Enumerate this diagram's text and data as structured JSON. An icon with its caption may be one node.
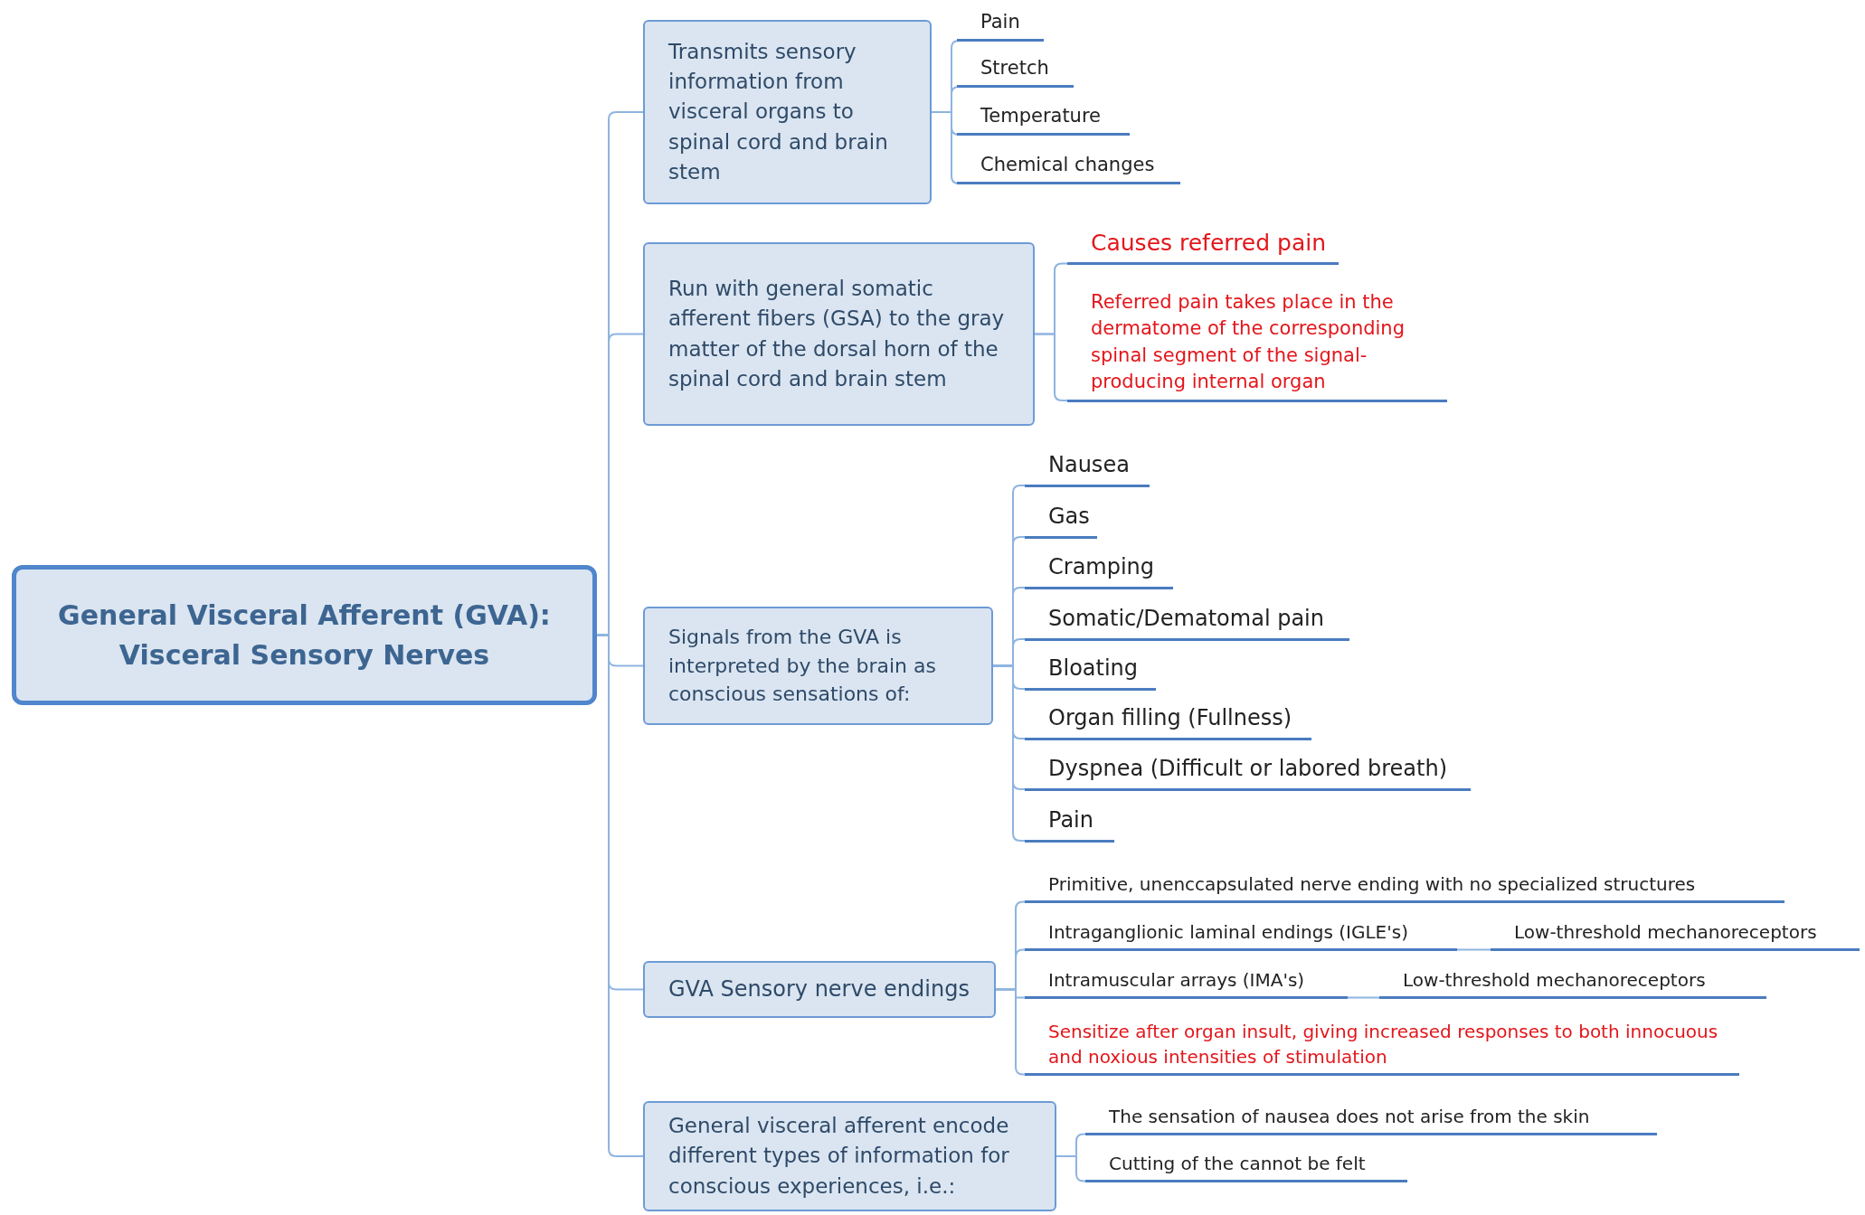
{
  "diagram": {
    "nodes": [
      {
        "text": [
          "General Visceral Afferent (GVA): Visceral Sensory Nerves"
        ]
      },
      {
        "text": [
          "Transmits sensory information from visceral organs to spinal cord and brain stem"
        ]
      },
      {
        "text": [
          "Pain"
        ]
      },
      {
        "text": [
          "Stretch"
        ]
      },
      {
        "text": [
          "Temperature"
        ]
      },
      {
        "text": [
          "Chemical changes"
        ]
      },
      {
        "text": [
          "Run with general somatic afferent fibers (GSA) to the gray matter of the dorsal horn of the spinal cord and brain stem"
        ]
      },
      {
        "text": [
          "Causes referred pain"
        ]
      },
      {
        "text": [
          "Referred pain takes place in the dermatome of the corresponding spinal segment of the signal-producing internal organ"
        ]
      },
      {
        "text": [
          "Signals from the GVA is interpreted by the brain as conscious sensations of:"
        ]
      },
      {
        "text": [
          "Nausea"
        ]
      },
      {
        "text": [
          "Gas"
        ]
      },
      {
        "text": [
          "Cramping"
        ]
      },
      {
        "text": [
          "Somatic/Dematomal pain"
        ]
      },
      {
        "text": [
          "Bloating"
        ]
      },
      {
        "text": [
          "Organ filling (Fullness)"
        ]
      },
      {
        "text": [
          "Dyspnea (Difficult or labored breath)"
        ]
      },
      {
        "text": [
          "Pain"
        ]
      },
      {
        "text": [
          "GVA Sensory nerve endings"
        ]
      },
      {
        "text": [
          "Primitive, unenccapsulated nerve ending with no specialized structures"
        ]
      },
      {
        "text": [
          "Intraganglionic laminal endings (IGLE's)"
        ]
      },
      {
        "text": [
          "Low-threshold mechanoreceptors"
        ]
      },
      {
        "text": [
          "Intramuscular arrays (IMA's)"
        ]
      },
      {
        "text": [
          "Low-threshold mechanoreceptors"
        ]
      },
      {
        "text": [
          "Sensitize after organ insult, giving increased responses to both innocuous and noxious intensities of stimulation"
        ]
      },
      {
        "text": [
          "General visceral afferent encode different types of information for conscious experiences, i.e.:"
        ]
      },
      {
        "text": [
          "The sensation of nausea does not arise from the skin"
        ]
      },
      {
        "text": [
          "Cutting of the cannot be felt"
        ]
      }
    ],
    "edges": [
      {
        "from": 0,
        "to": 1,
        "arrow": "none"
      },
      {
        "from": 0,
        "to": 6,
        "arrow": "none"
      },
      {
        "from": 0,
        "to": 9,
        "arrow": "none"
      },
      {
        "from": 0,
        "to": 18,
        "arrow": "none"
      },
      {
        "from": 0,
        "to": 25,
        "arrow": "none"
      },
      {
        "from": 1,
        "to": 2,
        "arrow": "none"
      },
      {
        "from": 1,
        "to": 3,
        "arrow": "none"
      },
      {
        "from": 1,
        "to": 4,
        "arrow": "none"
      },
      {
        "from": 1,
        "to": 5,
        "arrow": "none"
      },
      {
        "from": 6,
        "to": 7,
        "arrow": "none"
      },
      {
        "from": 6,
        "to": 8,
        "arrow": "none"
      },
      {
        "from": 9,
        "to": 10,
        "arrow": "none"
      },
      {
        "from": 9,
        "to": 11,
        "arrow": "none"
      },
      {
        "from": 9,
        "to": 12,
        "arrow": "none"
      },
      {
        "from": 9,
        "to": 13,
        "arrow": "none"
      },
      {
        "from": 9,
        "to": 14,
        "arrow": "none"
      },
      {
        "from": 9,
        "to": 15,
        "arrow": "none"
      },
      {
        "from": 9,
        "to": 16,
        "arrow": "none"
      },
      {
        "from": 9,
        "to": 17,
        "arrow": "none"
      },
      {
        "from": 18,
        "to": 19,
        "arrow": "none"
      },
      {
        "from": 18,
        "to": 20,
        "arrow": "none"
      },
      {
        "from": 18,
        "to": 22,
        "arrow": "none"
      },
      {
        "from": 18,
        "to": 24,
        "arrow": "none"
      },
      {
        "from": 20,
        "to": 21,
        "arrow": "none"
      },
      {
        "from": 22,
        "to": 23,
        "arrow": "none"
      },
      {
        "from": 25,
        "to": 26,
        "arrow": "none"
      },
      {
        "from": 25,
        "to": 27,
        "arrow": "none"
      }
    ]
  }
}
